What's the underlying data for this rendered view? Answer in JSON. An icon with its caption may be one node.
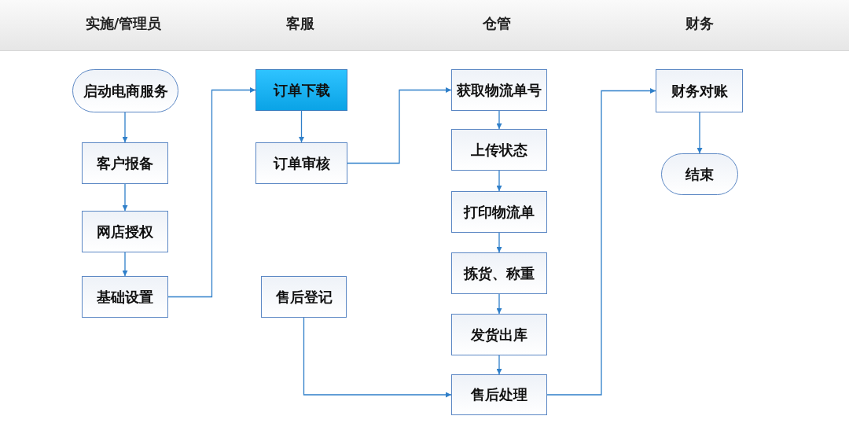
{
  "diagram": {
    "nodes": [
      {
        "text": [
          "启动电商服务"
        ]
      },
      {
        "text": [
          "客户报备"
        ]
      },
      {
        "text": [
          "网店授权"
        ]
      },
      {
        "text": [
          "基础设置"
        ]
      },
      {
        "text": [
          "订单下载"
        ]
      },
      {
        "text": [
          "订单审核"
        ]
      },
      {
        "text": [
          "售后登记"
        ]
      },
      {
        "text": [
          "获取物流单号"
        ]
      },
      {
        "text": [
          "上传状态"
        ]
      },
      {
        "text": [
          "打印物流单"
        ]
      },
      {
        "text": [
          "拣货、称重"
        ]
      },
      {
        "text": [
          "发货出库"
        ]
      },
      {
        "text": [
          "售后处理"
        ]
      },
      {
        "text": [
          "财务对账"
        ]
      },
      {
        "text": [
          "结束"
        ]
      }
    ],
    "edges": [
      {
        "from": 0,
        "to": 1,
        "arrow": "to"
      },
      {
        "from": 1,
        "to": 2,
        "arrow": "to"
      },
      {
        "from": 2,
        "to": 3,
        "arrow": "to"
      },
      {
        "from": 3,
        "to": 4,
        "arrow": "to"
      },
      {
        "from": 4,
        "to": 5,
        "arrow": "to"
      },
      {
        "from": 5,
        "to": 7,
        "arrow": "to"
      },
      {
        "from": 6,
        "to": 12,
        "arrow": "to"
      },
      {
        "from": 7,
        "to": 8,
        "arrow": "to"
      },
      {
        "from": 8,
        "to": 9,
        "arrow": "to"
      },
      {
        "from": 9,
        "to": 10,
        "arrow": "to"
      },
      {
        "from": 10,
        "to": 11,
        "arrow": "to"
      },
      {
        "from": 11,
        "to": 12,
        "arrow": "to"
      },
      {
        "from": 12,
        "to": 13,
        "arrow": "to"
      },
      {
        "from": 13,
        "to": 14,
        "arrow": "to"
      }
    ],
    "labels": [
      "实施/管理员",
      "客服",
      "仓管",
      "财务"
    ]
  }
}
